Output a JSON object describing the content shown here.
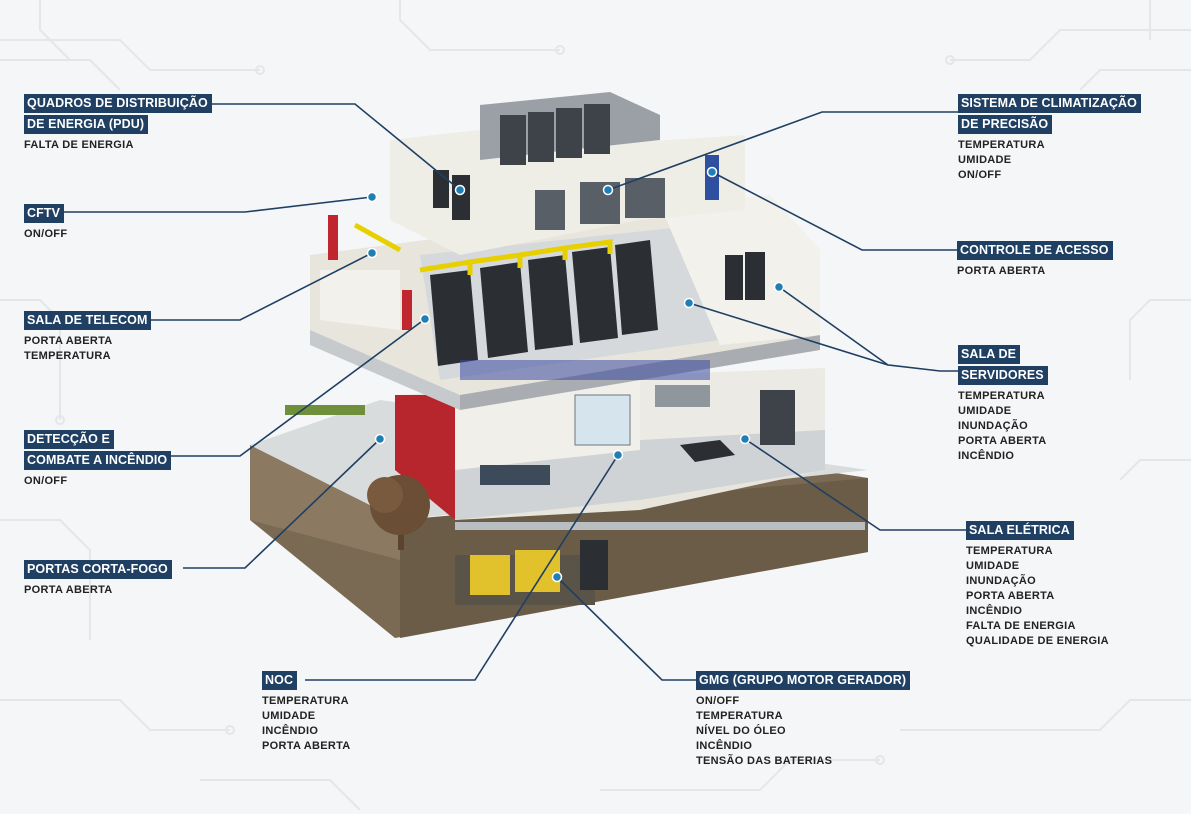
{
  "colors": {
    "label_bg": "#1f3f63",
    "line": "#1f3f63",
    "dot": "#1f7fb5",
    "wall": "#e8e5dc",
    "floor": "#cfd3d6",
    "rack": "#2b2f33",
    "soil": "#7a6a53",
    "red_wall": "#b8262d",
    "yellow_cable": "#e8d000"
  },
  "callouts": [
    {
      "id": "pdu",
      "title": [
        "QUADROS DE DISTRIBUIÇÃO",
        "DE ENERGIA (PDU)"
      ],
      "items": [
        "FALTA DE ENERGIA"
      ]
    },
    {
      "id": "cftv",
      "title": [
        "CFTV"
      ],
      "items": [
        "ON/OFF"
      ]
    },
    {
      "id": "telecom",
      "title": [
        "SALA DE TELECOM"
      ],
      "items": [
        "PORTA ABERTA",
        "TEMPERATURA"
      ]
    },
    {
      "id": "fire",
      "title": [
        "DETECÇÃO E",
        "COMBATE A INCÊNDIO"
      ],
      "items": [
        "ON/OFF"
      ]
    },
    {
      "id": "firedoor",
      "title": [
        "PORTAS CORTA-FOGO"
      ],
      "items": [
        "PORTA ABERTA"
      ]
    },
    {
      "id": "noc",
      "title": [
        "NOC"
      ],
      "items": [
        "TEMPERATURA",
        "UMIDADE",
        "INCÊNDIO",
        "PORTA ABERTA"
      ]
    },
    {
      "id": "gmg",
      "title": [
        "GMG (GRUPO MOTOR GERADOR)"
      ],
      "items": [
        "ON/OFF",
        "TEMPERATURA",
        "NÍVEL DO ÓLEO",
        "INCÊNDIO",
        "TENSÃO DAS BATERIAS"
      ]
    },
    {
      "id": "hvac",
      "title": [
        "SISTEMA DE CLIMATIZAÇÃO",
        "DE PRECISÃO"
      ],
      "items": [
        "TEMPERATURA",
        "UMIDADE",
        "ON/OFF"
      ]
    },
    {
      "id": "access",
      "title": [
        "CONTROLE DE ACESSO"
      ],
      "items": [
        "PORTA ABERTA"
      ]
    },
    {
      "id": "servers",
      "title": [
        "SALA DE",
        "SERVIDORES"
      ],
      "items": [
        "TEMPERATURA",
        "UMIDADE",
        "INUNDAÇÃO",
        "PORTA ABERTA",
        "INCÊNDIO"
      ]
    },
    {
      "id": "electric",
      "title": [
        "SALA ELÉTRICA"
      ],
      "items": [
        "TEMPERATURA",
        "UMIDADE",
        "INUNDAÇÃO",
        "PORTA ABERTA",
        "INCÊNDIO",
        "FALTA DE ENERGIA",
        "QUALIDADE DE ENERGIA"
      ]
    }
  ]
}
